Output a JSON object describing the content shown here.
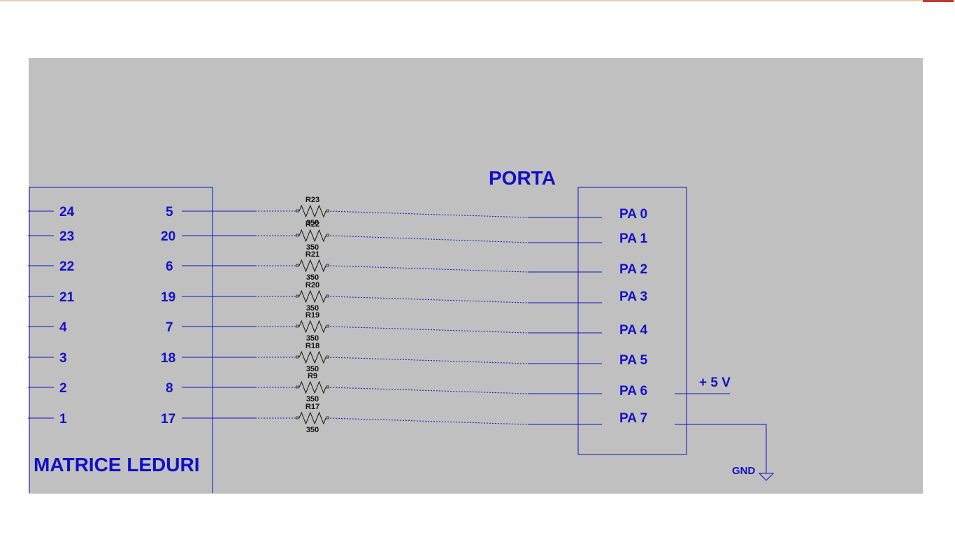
{
  "diagram": {
    "colors": {
      "background": "#c0c0c0",
      "wire": "#1010c8",
      "resistor": "#111111",
      "label": "#1010c8"
    },
    "matrix": {
      "title": "MATRICE LEDURI",
      "left_pins": [
        "24",
        "23",
        "22",
        "21",
        "4",
        "3",
        "2",
        "1"
      ],
      "right_pins": [
        "5",
        "20",
        "6",
        "19",
        "7",
        "18",
        "8",
        "17"
      ]
    },
    "resistors": [
      {
        "name": "R23",
        "value": "350"
      },
      {
        "name": "R22",
        "value": "350"
      },
      {
        "name": "R21",
        "value": "350"
      },
      {
        "name": "R20",
        "value": "350"
      },
      {
        "name": "R19",
        "value": "350"
      },
      {
        "name": "R18",
        "value": "350"
      },
      {
        "name": "R9",
        "value": "350"
      },
      {
        "name": "R17",
        "value": "350"
      }
    ],
    "port": {
      "title": "PORTA",
      "pins": [
        "PA 0",
        "PA 1",
        "PA 2",
        "PA 3",
        "PA 4",
        "PA 5",
        "PA 6",
        "PA 7"
      ]
    },
    "power": {
      "vcc_label": "+ 5 V",
      "gnd_label": "GND"
    }
  }
}
